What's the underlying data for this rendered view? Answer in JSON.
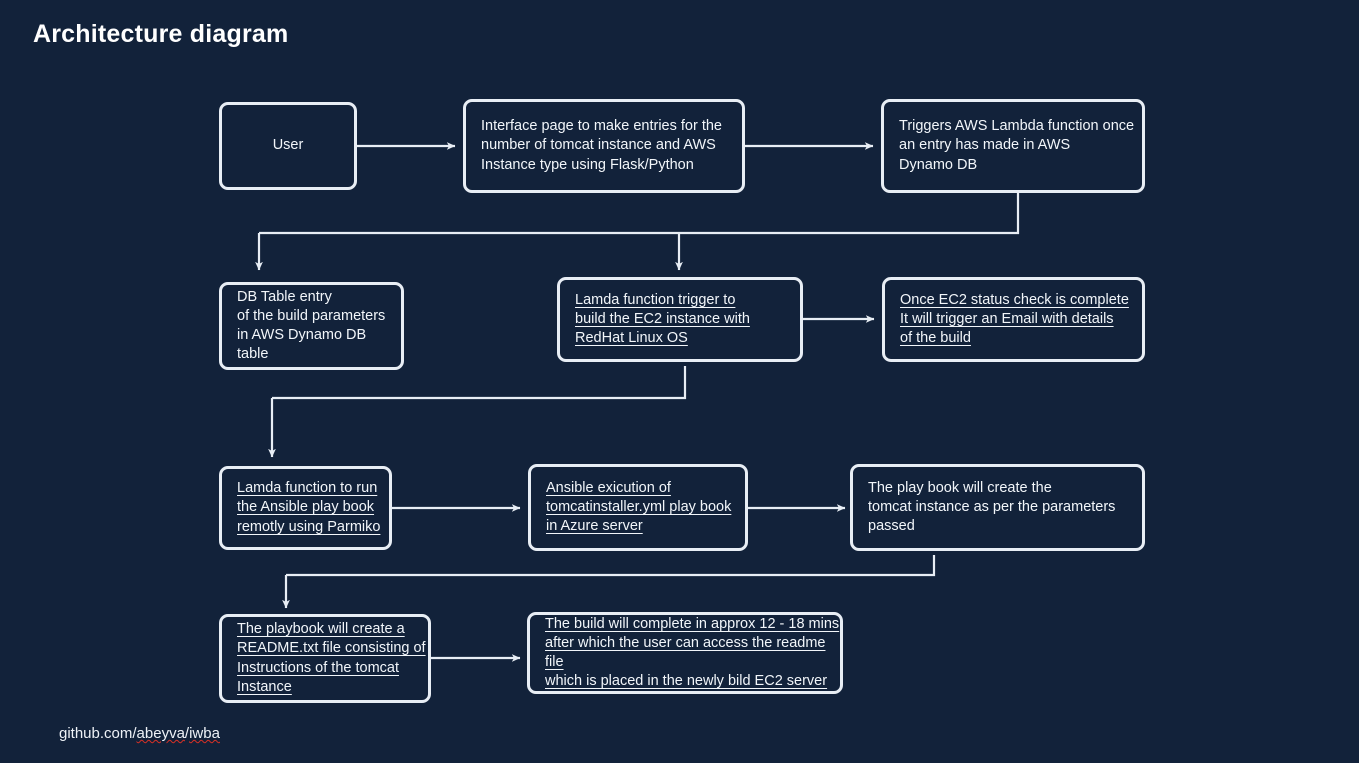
{
  "page": {
    "title": "Architecture diagram",
    "background_color": "#12223a",
    "node_border_color": "#e8eef5",
    "text_color": "#f2f6fa",
    "spellcheck_underline_color": "#d93025"
  },
  "diagram": {
    "type": "flowchart",
    "direction": "serpentine-left-to-right",
    "nodes": [
      {
        "id": "user",
        "row": 1,
        "label": "User",
        "underlined": false,
        "align": "center"
      },
      {
        "id": "interface-page",
        "row": 1,
        "label": "Interface page to make entries for the\nnumber of tomcat instance and AWS\nInstance type using Flask/Python",
        "underlined": false,
        "align": "left"
      },
      {
        "id": "trigger-lambda",
        "row": 1,
        "label": "Triggers AWS Lambda function once\nan entry has made in AWS\nDynamo DB",
        "underlined": false,
        "align": "left"
      },
      {
        "id": "db-table-entry",
        "row": 2,
        "label": "DB Table entry\nof the build parameters\nin AWS Dynamo DB table",
        "underlined": false,
        "align": "left"
      },
      {
        "id": "lamda-build-ec2",
        "row": 2,
        "label": "Lamda function trigger to \nbuild the EC2 instance with\nRedHat Linux OS",
        "underlined": true,
        "align": "left"
      },
      {
        "id": "ec2-status-email",
        "row": 2,
        "label": "Once EC2 status check is complete \nIt will trigger an Email with details\nof the build ",
        "underlined": true,
        "align": "left"
      },
      {
        "id": "lamda-run-ansible",
        "row": 3,
        "label": "Lamda function to run \nthe Ansible play book\nremotly using Parmiko",
        "underlined": true,
        "align": "left"
      },
      {
        "id": "ansible-execution",
        "row": 3,
        "label": "Ansible exicution of \ntomcatinstaller.yml  play book \nin Azure server",
        "underlined": true,
        "align": "left"
      },
      {
        "id": "playbook-creates-instance",
        "row": 3,
        "label": "The play book will create the\ntomcat instance as per the parameters\npassed",
        "underlined": false,
        "align": "left"
      },
      {
        "id": "playbook-readme",
        "row": 4,
        "label": "The playbook will create a \nREADME.txt file consisting of\nInstructions of the tomcat \nInstance ",
        "underlined": true,
        "align": "left"
      },
      {
        "id": "build-complete",
        "row": 4,
        "label": "The build will complete in approx 12 - 18 mins \nafter which the user can access the  readme file \nwhich is placed in the newly bild EC2 server",
        "underlined": true,
        "align": "left"
      }
    ],
    "edges": [
      {
        "from": "user",
        "to": "interface-page",
        "style": "straight-right"
      },
      {
        "from": "interface-page",
        "to": "trigger-lambda",
        "style": "straight-right"
      },
      {
        "from": "trigger-lambda",
        "to": "db-table-entry",
        "style": "elbow-down-left"
      },
      {
        "from": "trigger-lambda",
        "to": "lamda-build-ec2",
        "style": "elbow-down-left-branch"
      },
      {
        "from": "lamda-build-ec2",
        "to": "ec2-status-email",
        "style": "straight-right"
      },
      {
        "from": "lamda-build-ec2",
        "to": "lamda-run-ansible",
        "style": "elbow-down-left"
      },
      {
        "from": "lamda-run-ansible",
        "to": "ansible-execution",
        "style": "straight-right"
      },
      {
        "from": "ansible-execution",
        "to": "playbook-creates-instance",
        "style": "straight-right"
      },
      {
        "from": "playbook-creates-instance",
        "to": "playbook-readme",
        "style": "elbow-down-left"
      },
      {
        "from": "playbook-readme",
        "to": "build-complete",
        "style": "straight-right"
      }
    ]
  },
  "footer": {
    "prefix": "github.com/",
    "user": "abeyva",
    "separator": "/",
    "repo": "iwba"
  }
}
